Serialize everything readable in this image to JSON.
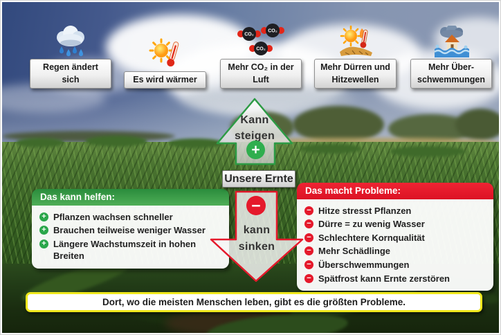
{
  "causes": [
    {
      "label": "Regen ändert\nsich",
      "icon": "rain-cloud-icon"
    },
    {
      "label": "Es wird wärmer",
      "icon": "sun-thermometer-icon"
    },
    {
      "label": "Mehr CO₂ in der\nLuft",
      "icon": "co2-molecules-icon"
    },
    {
      "label": "Mehr Dürren und\nHitzewellen",
      "icon": "drought-heat-icon"
    },
    {
      "label": "Mehr Über-\nschwemmungen",
      "icon": "flood-icon"
    }
  ],
  "center": {
    "up_arrow_label": "Kann\nsteigen",
    "up_arrow_sign": "+",
    "crop_label": "Unsere Ernte",
    "down_arrow_label": "kann\nsinken",
    "down_arrow_sign": "−"
  },
  "help_box": {
    "title": "Das kann helfen:",
    "bullet_sign": "+",
    "items": [
      "Pflanzen wachsen schneller",
      "Brauchen teilweise weniger Wasser",
      "Längere Wachstumszeit in hohen Breiten"
    ]
  },
  "problem_box": {
    "title": "Das macht Probleme:",
    "bullet_sign": "−",
    "items": [
      "Hitze stresst Pflanzen",
      "Dürre = zu wenig Wasser",
      "Schlechtere Kornqualität",
      "Mehr Schädlinge",
      "Überschwemmungen",
      "Spätfrost kann Ernte zerstören"
    ]
  },
  "footer": {
    "text": "Dort, wo die meisten Menschen leben, gibt es die größten Probleme."
  },
  "icon_text": {
    "co2": "CO₂"
  },
  "colors": {
    "positive_green": "#2fae4e",
    "negative_red": "#e5192b",
    "banner_yellow": "#efe81c"
  }
}
